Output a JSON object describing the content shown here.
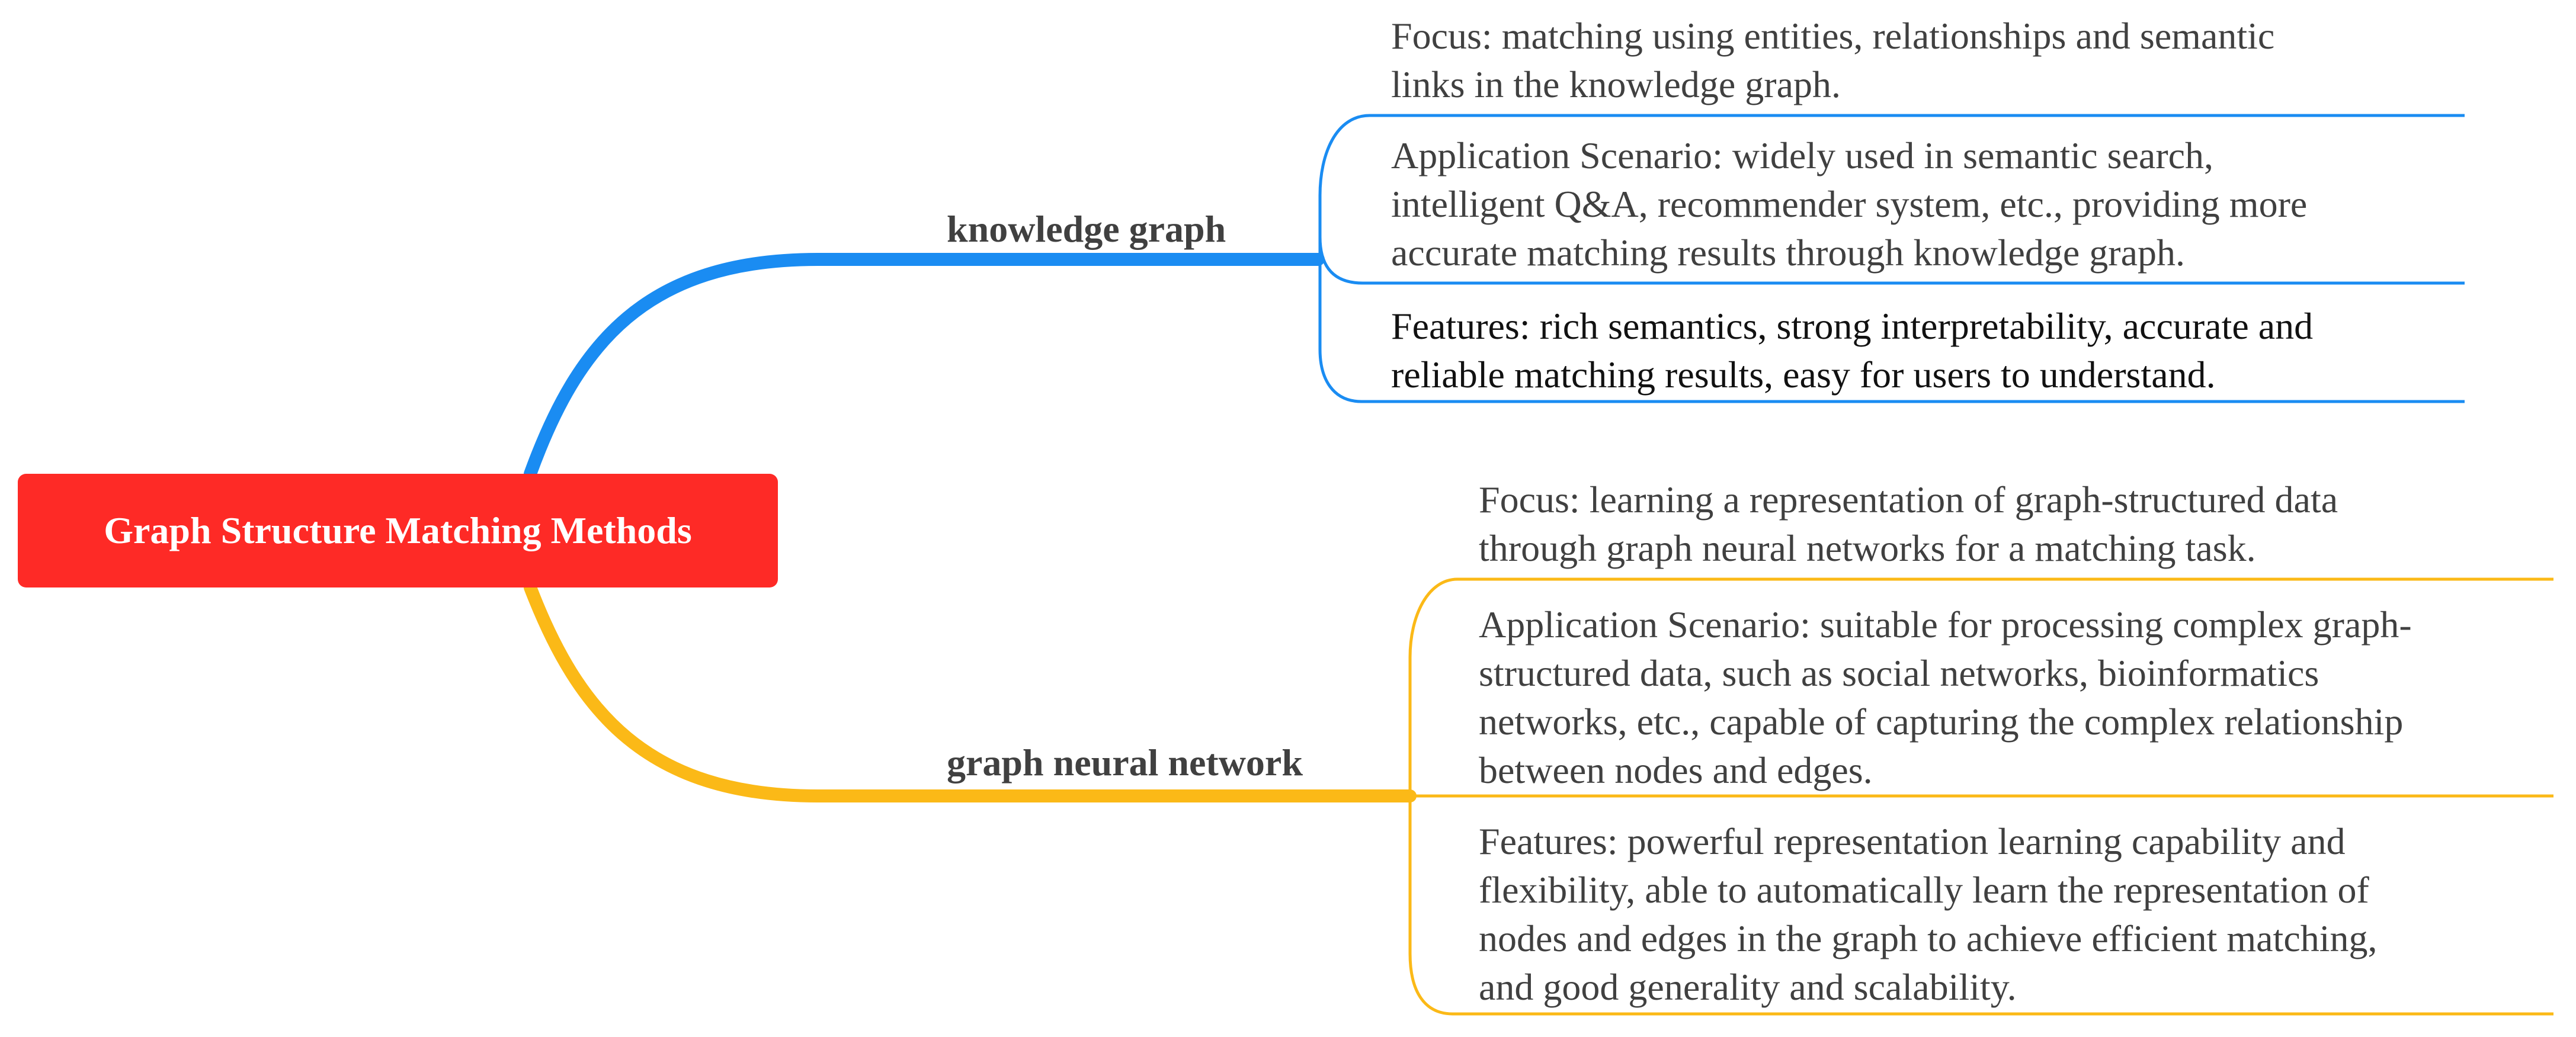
{
  "root": {
    "label": "Graph Structure Matching Methods",
    "color": "#fe2a26"
  },
  "branches": [
    {
      "label": "knowledge graph",
      "color": "#1a8cf2",
      "leaves": [
        {
          "text": "Focus: matching using entities, relationships and semantic\nlinks in the knowledge graph."
        },
        {
          "text": "Application Scenario: widely used in semantic search,\nintelligent Q&A, recommender system, etc., providing more\naccurate matching results through knowledge graph."
        },
        {
          "text": "Features: rich semantics, strong interpretability, accurate and\nreliable matching results, easy for users to understand."
        }
      ]
    },
    {
      "label": "graph neural network",
      "color": "#fbb917",
      "leaves": [
        {
          "text": "Focus: learning a representation of graph-structured data\nthrough graph neural networks for a matching task."
        },
        {
          "text": "Application Scenario: suitable for processing complex graph-\nstructured data, such as social networks, bioinformatics\nnetworks, etc., capable of capturing the complex relationship\nbetween nodes and edges."
        },
        {
          "text": "Features: powerful representation learning capability and\nflexibility, able to automatically learn the representation of\nnodes and edges in the graph to achieve efficient matching,\nand good generality and scalability."
        }
      ]
    }
  ]
}
